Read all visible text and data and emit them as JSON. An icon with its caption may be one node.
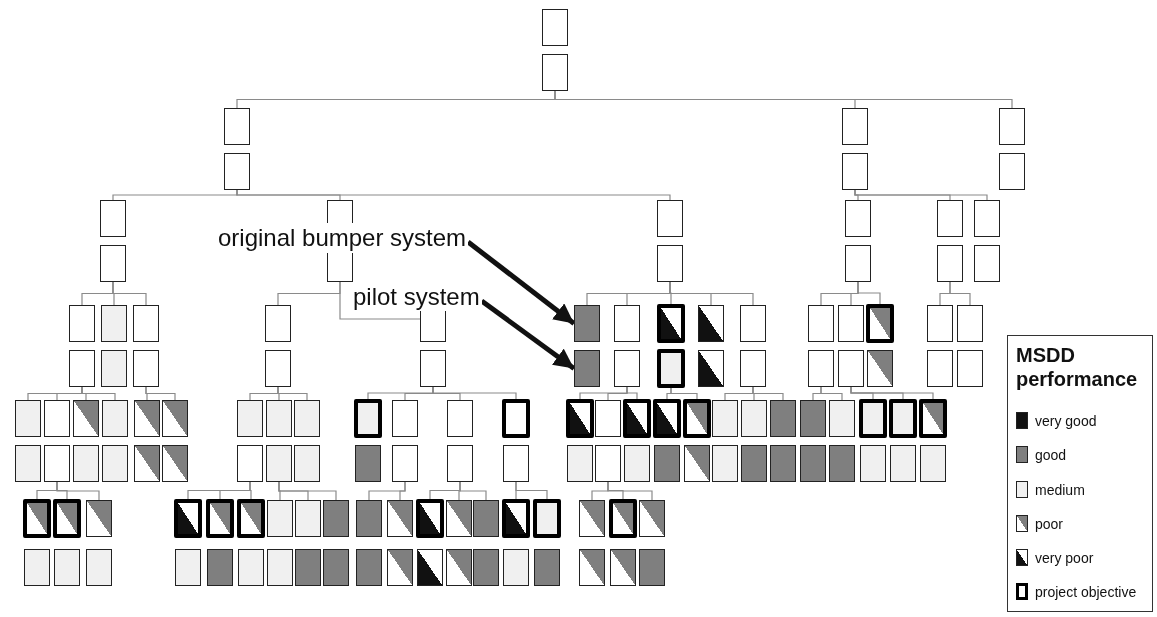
{
  "diagram": {
    "nodes": [
      {
        "text": [],
        "shape": "box"
      },
      {
        "text": [],
        "shape": "box"
      },
      {
        "text": [],
        "shape": "box"
      },
      {
        "text": [],
        "shape": "box"
      },
      {
        "text": [],
        "shape": "box"
      },
      {
        "text": [],
        "shape": "box"
      },
      {
        "text": [],
        "shape": "box"
      },
      {
        "text": [],
        "shape": "box"
      },
      {
        "text": [],
        "shape": "box"
      },
      {
        "text": [],
        "shape": "box"
      },
      {
        "text": [],
        "shape": "box"
      },
      {
        "text": [],
        "shape": "box"
      },
      {
        "text": [],
        "shape": "box"
      },
      {
        "text": [],
        "shape": "box"
      },
      {
        "text": [],
        "shape": "box"
      },
      {
        "text": [],
        "shape": "box"
      },
      {
        "text": [],
        "shape": "box"
      },
      {
        "text": [],
        "shape": "box"
      },
      {
        "text": [],
        "shape": "box"
      },
      {
        "text": [],
        "shape": "box"
      },
      {
        "text": [],
        "shape": "box"
      },
      {
        "text": [],
        "shape": "box"
      },
      {
        "text": [],
        "shape": "box"
      },
      {
        "text": [],
        "shape": "box"
      },
      {
        "text": [],
        "shape": "box"
      },
      {
        "text": [],
        "shape": "box"
      },
      {
        "text": [],
        "shape": "box"
      },
      {
        "text": [],
        "shape": "box"
      },
      {
        "text": [],
        "shape": "box"
      },
      {
        "text": [],
        "shape": "box"
      },
      {
        "text": [],
        "shape": "box"
      },
      {
        "text": [],
        "shape": "box"
      },
      {
        "text": [],
        "shape": "box"
      },
      {
        "text": [],
        "shape": "box"
      },
      {
        "text": [],
        "shape": "box"
      },
      {
        "text": [],
        "shape": "box"
      },
      {
        "text": [],
        "shape": "box"
      },
      {
        "text": [],
        "shape": "box"
      },
      {
        "text": [],
        "shape": "box"
      },
      {
        "text": [],
        "shape": "box"
      },
      {
        "text": [],
        "shape": "box"
      },
      {
        "text": [],
        "shape": "box"
      },
      {
        "text": [],
        "shape": "box"
      },
      {
        "text": [],
        "shape": "box"
      },
      {
        "text": [],
        "shape": "box"
      },
      {
        "text": [],
        "shape": "box"
      },
      {
        "text": [],
        "shape": "box"
      },
      {
        "text": [],
        "shape": "box"
      },
      {
        "text": [],
        "shape": "box"
      },
      {
        "text": [],
        "shape": "box"
      },
      {
        "text": [],
        "shape": "box"
      },
      {
        "text": [],
        "shape": "box"
      },
      {
        "text": [],
        "shape": "box"
      },
      {
        "text": [],
        "shape": "box"
      },
      {
        "text": [],
        "shape": "box"
      },
      {
        "text": [],
        "shape": "box"
      },
      {
        "text": [],
        "shape": "box"
      },
      {
        "text": [],
        "shape": "box"
      },
      {
        "text": [],
        "shape": "box"
      },
      {
        "text": [],
        "shape": "box"
      },
      {
        "text": [],
        "shape": "box"
      },
      {
        "text": [],
        "shape": "box"
      },
      {
        "text": [],
        "shape": "box"
      },
      {
        "text": [],
        "shape": "box"
      },
      {
        "text": [],
        "shape": "box"
      },
      {
        "text": [],
        "shape": "box"
      },
      {
        "text": [],
        "shape": "box"
      },
      {
        "text": [],
        "shape": "box"
      },
      {
        "text": [],
        "shape": "box"
      },
      {
        "text": [],
        "shape": "box"
      },
      {
        "text": [],
        "shape": "box"
      },
      {
        "text": [],
        "shape": "box"
      },
      {
        "text": [],
        "shape": "box"
      },
      {
        "text": [],
        "shape": "box"
      },
      {
        "text": [],
        "shape": "box"
      },
      {
        "text": [],
        "shape": "box"
      },
      {
        "text": [],
        "shape": "box"
      },
      {
        "text": [],
        "shape": "box"
      },
      {
        "text": [],
        "shape": "box"
      },
      {
        "text": [],
        "shape": "box"
      },
      {
        "text": [],
        "shape": "box"
      },
      {
        "text": [],
        "shape": "box"
      },
      {
        "text": [],
        "shape": "box"
      },
      {
        "text": [],
        "shape": "box"
      },
      {
        "text": [],
        "shape": "box"
      },
      {
        "text": [],
        "shape": "box"
      },
      {
        "text": [],
        "shape": "box"
      },
      {
        "text": [],
        "shape": "box"
      },
      {
        "text": [],
        "shape": "box"
      },
      {
        "text": [],
        "shape": "box"
      },
      {
        "text": [],
        "shape": "box"
      },
      {
        "text": [],
        "shape": "box"
      },
      {
        "text": [],
        "shape": "box"
      },
      {
        "text": [],
        "shape": "box"
      },
      {
        "text": [],
        "shape": "box"
      },
      {
        "text": [],
        "shape": "box"
      },
      {
        "text": [],
        "shape": "box"
      },
      {
        "text": [],
        "shape": "box"
      },
      {
        "text": [],
        "shape": "box"
      },
      {
        "text": [],
        "shape": "box"
      },
      {
        "text": [],
        "shape": "box"
      },
      {
        "text": [],
        "shape": "box"
      },
      {
        "text": [],
        "shape": "box"
      },
      {
        "text": [],
        "shape": "box"
      },
      {
        "text": [],
        "shape": "box"
      },
      {
        "text": [],
        "shape": "box"
      },
      {
        "text": [],
        "shape": "box"
      },
      {
        "text": [],
        "shape": "box"
      },
      {
        "text": [],
        "shape": "box"
      },
      {
        "text": [],
        "shape": "box"
      },
      {
        "text": [],
        "shape": "box"
      },
      {
        "text": [],
        "shape": "box"
      },
      {
        "text": [],
        "shape": "box"
      },
      {
        "text": [],
        "shape": "box"
      },
      {
        "text": [],
        "shape": "box"
      },
      {
        "text": [],
        "shape": "box"
      },
      {
        "text": [],
        "shape": "box"
      },
      {
        "text": [],
        "shape": "box"
      },
      {
        "text": [],
        "shape": "box"
      },
      {
        "text": [],
        "shape": "box"
      },
      {
        "text": [],
        "shape": "box"
      },
      {
        "text": [],
        "shape": "box"
      },
      {
        "text": [],
        "shape": "box"
      },
      {
        "text": [],
        "shape": "box"
      },
      {
        "text": [],
        "shape": "box"
      },
      {
        "text": [],
        "shape": "box"
      },
      {
        "text": [],
        "shape": "box"
      },
      {
        "text": [],
        "shape": "box"
      },
      {
        "text": [],
        "shape": "box"
      },
      {
        "text": [],
        "shape": "box"
      },
      {
        "text": [],
        "shape": "box"
      },
      {
        "text": [],
        "shape": "box"
      },
      {
        "text": [],
        "shape": "box"
      },
      {
        "text": [],
        "shape": "box"
      },
      {
        "text": [],
        "shape": "box"
      },
      {
        "text": [],
        "shape": "box"
      },
      {
        "text": [],
        "shape": "box"
      },
      {
        "text": [],
        "shape": "box"
      },
      {
        "text": [],
        "shape": "box"
      },
      {
        "text": [],
        "shape": "box"
      },
      {
        "text": [
          "original bumper system"
        ]
      },
      {
        "text": [
          "pilot system"
        ]
      }
    ],
    "edges": [
      {
        "from": 1,
        "to": 2,
        "arrow": "none"
      },
      {
        "from": 1,
        "to": 4,
        "arrow": "none"
      },
      {
        "from": 1,
        "to": 6,
        "arrow": "none"
      },
      {
        "from": 3,
        "to": 8,
        "arrow": "none"
      },
      {
        "from": 3,
        "to": 10,
        "arrow": "none"
      },
      {
        "from": 3,
        "to": 12,
        "arrow": "none"
      },
      {
        "from": 5,
        "to": 14,
        "arrow": "none"
      },
      {
        "from": 5,
        "to": 16,
        "arrow": "none"
      },
      {
        "from": 5,
        "to": 18,
        "arrow": "none"
      },
      {
        "from": 9,
        "to": 20,
        "arrow": "none"
      },
      {
        "from": 9,
        "to": 22,
        "arrow": "none"
      },
      {
        "from": 9,
        "to": 24,
        "arrow": "none"
      },
      {
        "from": 11,
        "to": 26,
        "arrow": "none"
      },
      {
        "from": 11,
        "to": 28,
        "arrow": "none"
      },
      {
        "from": 13,
        "to": 30,
        "arrow": "none"
      },
      {
        "from": 13,
        "to": 32,
        "arrow": "none"
      },
      {
        "from": 13,
        "to": 34,
        "arrow": "none"
      },
      {
        "from": 13,
        "to": 36,
        "arrow": "none"
      },
      {
        "from": 13,
        "to": 38,
        "arrow": "none"
      },
      {
        "from": 15,
        "to": 40,
        "arrow": "none"
      },
      {
        "from": 15,
        "to": 42,
        "arrow": "none"
      },
      {
        "from": 15,
        "to": 44,
        "arrow": "none"
      },
      {
        "from": 17,
        "to": 46,
        "arrow": "none"
      },
      {
        "from": 17,
        "to": 48,
        "arrow": "none"
      },
      {
        "from": 21,
        "to": 50,
        "arrow": "none"
      },
      {
        "from": 21,
        "to": 52,
        "arrow": "none"
      },
      {
        "from": 21,
        "to": 54,
        "arrow": "none"
      },
      {
        "from": 21,
        "to": 56,
        "arrow": "none"
      },
      {
        "from": 25,
        "to": 58,
        "arrow": "none"
      },
      {
        "from": 25,
        "to": 60,
        "arrow": "none"
      },
      {
        "from": 27,
        "to": 62,
        "arrow": "none"
      },
      {
        "from": 27,
        "to": 64,
        "arrow": "none"
      },
      {
        "from": 27,
        "to": 66,
        "arrow": "none"
      },
      {
        "from": 29,
        "to": 68,
        "arrow": "none"
      },
      {
        "from": 29,
        "to": 70,
        "arrow": "none"
      },
      {
        "from": 29,
        "to": 72,
        "arrow": "none"
      },
      {
        "from": 29,
        "to": 74,
        "arrow": "none"
      },
      {
        "from": 33,
        "to": 76,
        "arrow": "none"
      },
      {
        "from": 33,
        "to": 78,
        "arrow": "none"
      },
      {
        "from": 33,
        "to": 80,
        "arrow": "none"
      },
      {
        "from": 35,
        "to": 82,
        "arrow": "none"
      },
      {
        "from": 35,
        "to": 84,
        "arrow": "none"
      },
      {
        "from": 39,
        "to": 86,
        "arrow": "none"
      },
      {
        "from": 39,
        "to": 88,
        "arrow": "none"
      },
      {
        "from": 39,
        "to": 90,
        "arrow": "none"
      },
      {
        "from": 41,
        "to": 92,
        "arrow": "none"
      },
      {
        "from": 41,
        "to": 94,
        "arrow": "none"
      },
      {
        "from": 43,
        "to": 96,
        "arrow": "none"
      },
      {
        "from": 43,
        "to": 98,
        "arrow": "none"
      },
      {
        "from": 43,
        "to": 100,
        "arrow": "none"
      },
      {
        "from": 53,
        "to": 102,
        "arrow": "none"
      },
      {
        "from": 53,
        "to": 104,
        "arrow": "none"
      },
      {
        "from": 53,
        "to": 106,
        "arrow": "none"
      },
      {
        "from": 63,
        "to": 108,
        "arrow": "none"
      },
      {
        "from": 63,
        "to": 110,
        "arrow": "none"
      },
      {
        "from": 63,
        "to": 112,
        "arrow": "none"
      },
      {
        "from": 65,
        "to": 114,
        "arrow": "none"
      },
      {
        "from": 65,
        "to": 116,
        "arrow": "none"
      },
      {
        "from": 65,
        "to": 118,
        "arrow": "none"
      },
      {
        "from": 71,
        "to": 120,
        "arrow": "none"
      },
      {
        "from": 71,
        "to": 122,
        "arrow": "none"
      },
      {
        "from": 73,
        "to": 124,
        "arrow": "none"
      },
      {
        "from": 73,
        "to": 126,
        "arrow": "none"
      },
      {
        "from": 73,
        "to": 128,
        "arrow": "none"
      },
      {
        "from": 75,
        "to": 130,
        "arrow": "none"
      },
      {
        "from": 75,
        "to": 132,
        "arrow": "none"
      },
      {
        "from": 79,
        "to": 134,
        "arrow": "none"
      },
      {
        "from": 79,
        "to": 136,
        "arrow": "none"
      },
      {
        "from": 79,
        "to": 138,
        "arrow": "none"
      },
      {
        "from": 140,
        "to": 30,
        "arrow": "to",
        "style": "thick",
        "color": "#111111"
      },
      {
        "from": 141,
        "to": 31,
        "arrow": "to",
        "style": "thick",
        "color": "#111111"
      }
    ],
    "labels": [
      "MSDD performance"
    ],
    "legend": [
      {
        "text": "very good",
        "color": "#111111"
      },
      {
        "text": "good",
        "color": "#7f7f7f"
      },
      {
        "text": "medium",
        "color": "#f0f0f0"
      },
      {
        "text": "poor"
      },
      {
        "text": "very poor"
      },
      {
        "text": "project objective"
      }
    ]
  }
}
